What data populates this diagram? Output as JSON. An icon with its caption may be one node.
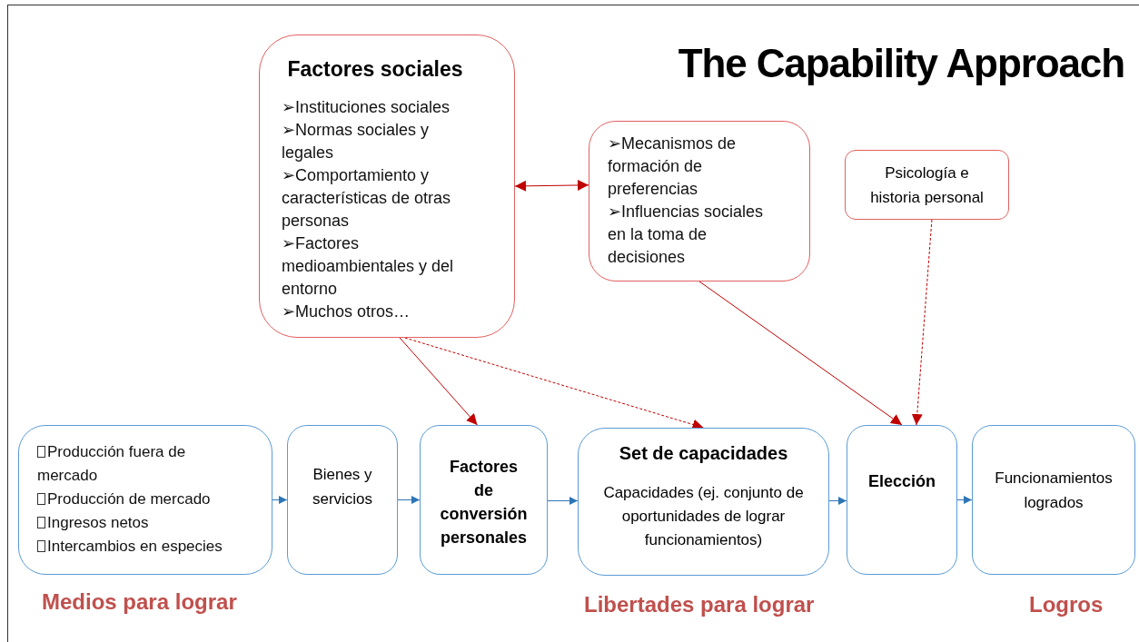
{
  "diagram": {
    "title": "The Capability Approach",
    "nodes": [
      {
        "text": [
          "Factores sociales",
          "➢Instituciones sociales",
          "➢Normas sociales y legales",
          "➢Comportamiento y características de otras personas",
          "➢Factores medioambientales y del entorno",
          "➢Muchos otros…"
        ]
      },
      {
        "text": [
          "➢Mecanismos de formación de preferencias",
          "➢Influencias sociales en la toma de decisiones"
        ]
      },
      {
        "text": [
          "Psicología e historia personal"
        ]
      },
      {
        "text": [
          "Producción fuera de mercado",
          "Producción de mercado",
          "Ingresos netos",
          "Intercambios en especies"
        ]
      },
      {
        "text": [
          "Bienes y servicios"
        ]
      },
      {
        "text": [
          "Factores de conversión personales"
        ]
      },
      {
        "text": [
          "Set de capacidades",
          "Capacidades (ej. conjunto de oportunidades de lograr funcionamientos)"
        ]
      },
      {
        "text": [
          "Elección"
        ]
      },
      {
        "text": [
          "Funcionamientos logrados"
        ]
      }
    ],
    "edges": [
      {
        "from": 0,
        "to": 1,
        "arrow": "both",
        "color": "#c00000"
      },
      {
        "from": 0,
        "to": 5,
        "arrow": "to",
        "color": "#c00000"
      },
      {
        "from": 0,
        "to": 6,
        "arrow": "to",
        "style": "dashed",
        "color": "#c00000"
      },
      {
        "from": 1,
        "to": 7,
        "arrow": "to",
        "color": "#c00000"
      },
      {
        "from": 2,
        "to": 7,
        "arrow": "to",
        "style": "dashed",
        "color": "#c00000"
      },
      {
        "from": 3,
        "to": 4,
        "arrow": "to",
        "color": "#2e75b6"
      },
      {
        "from": 4,
        "to": 5,
        "arrow": "to",
        "color": "#2e75b6"
      },
      {
        "from": 5,
        "to": 6,
        "arrow": "to",
        "color": "#2e75b6"
      },
      {
        "from": 6,
        "to": 7,
        "arrow": "to",
        "color": "#2e75b6"
      },
      {
        "from": 7,
        "to": 8,
        "arrow": "to",
        "color": "#2e75b6"
      }
    ],
    "labels": [
      "Medios para lograr",
      "Libertades para lograr",
      "Logros"
    ]
  }
}
